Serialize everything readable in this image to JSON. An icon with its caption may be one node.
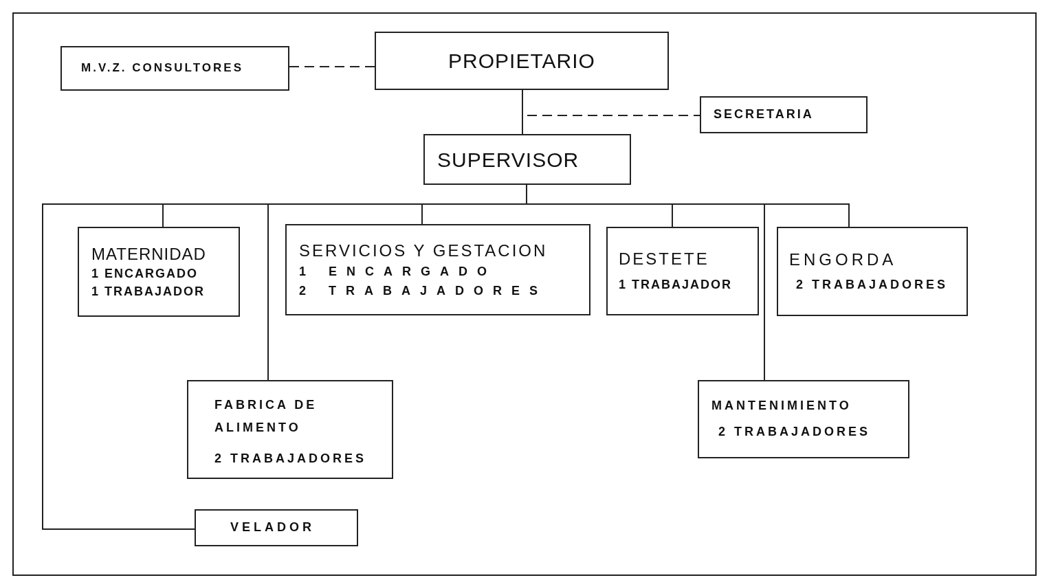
{
  "diagram": {
    "nodes": [
      {
        "text": [
          "PROPIETARIO"
        ]
      },
      {
        "text": [
          "M.V.Z. CONSULTORES"
        ]
      },
      {
        "text": [
          "SECRETARIA"
        ]
      },
      {
        "text": [
          "SUPERVISOR"
        ]
      },
      {
        "text": [
          "MATERNIDAD",
          "1 ENCARGADO",
          "1 TRABAJADOR"
        ]
      },
      {
        "text": [
          "SERVICIOS Y GESTACION",
          "1 ENCARGADO",
          "2 TRABAJADORES"
        ]
      },
      {
        "text": [
          "DESTETE",
          "1 TRABAJADOR"
        ]
      },
      {
        "text": [
          "ENGORDA",
          "2 TRABAJADORES"
        ]
      },
      {
        "text": [
          "FABRICA DE ALIMENTO",
          "2 TRABAJADORES"
        ]
      },
      {
        "text": [
          "MANTENIMIENTO",
          "2 TRABAJADORES"
        ]
      },
      {
        "text": [
          "VELADOR"
        ]
      }
    ],
    "edges": [
      {
        "from": 1,
        "to": 0,
        "arrow": "none",
        "style": "dashed"
      },
      {
        "from": 0,
        "to": 3,
        "arrow": "none"
      },
      {
        "from": 0,
        "to": 2,
        "arrow": "none",
        "style": "dashed"
      },
      {
        "from": 3,
        "to": 4,
        "arrow": "none"
      },
      {
        "from": 3,
        "to": 5,
        "arrow": "none"
      },
      {
        "from": 3,
        "to": 6,
        "arrow": "none"
      },
      {
        "from": 3,
        "to": 7,
        "arrow": "none"
      },
      {
        "from": 3,
        "to": 8,
        "arrow": "none"
      },
      {
        "from": 3,
        "to": 9,
        "arrow": "none"
      },
      {
        "from": 3,
        "to": 10,
        "arrow": "none"
      }
    ]
  }
}
